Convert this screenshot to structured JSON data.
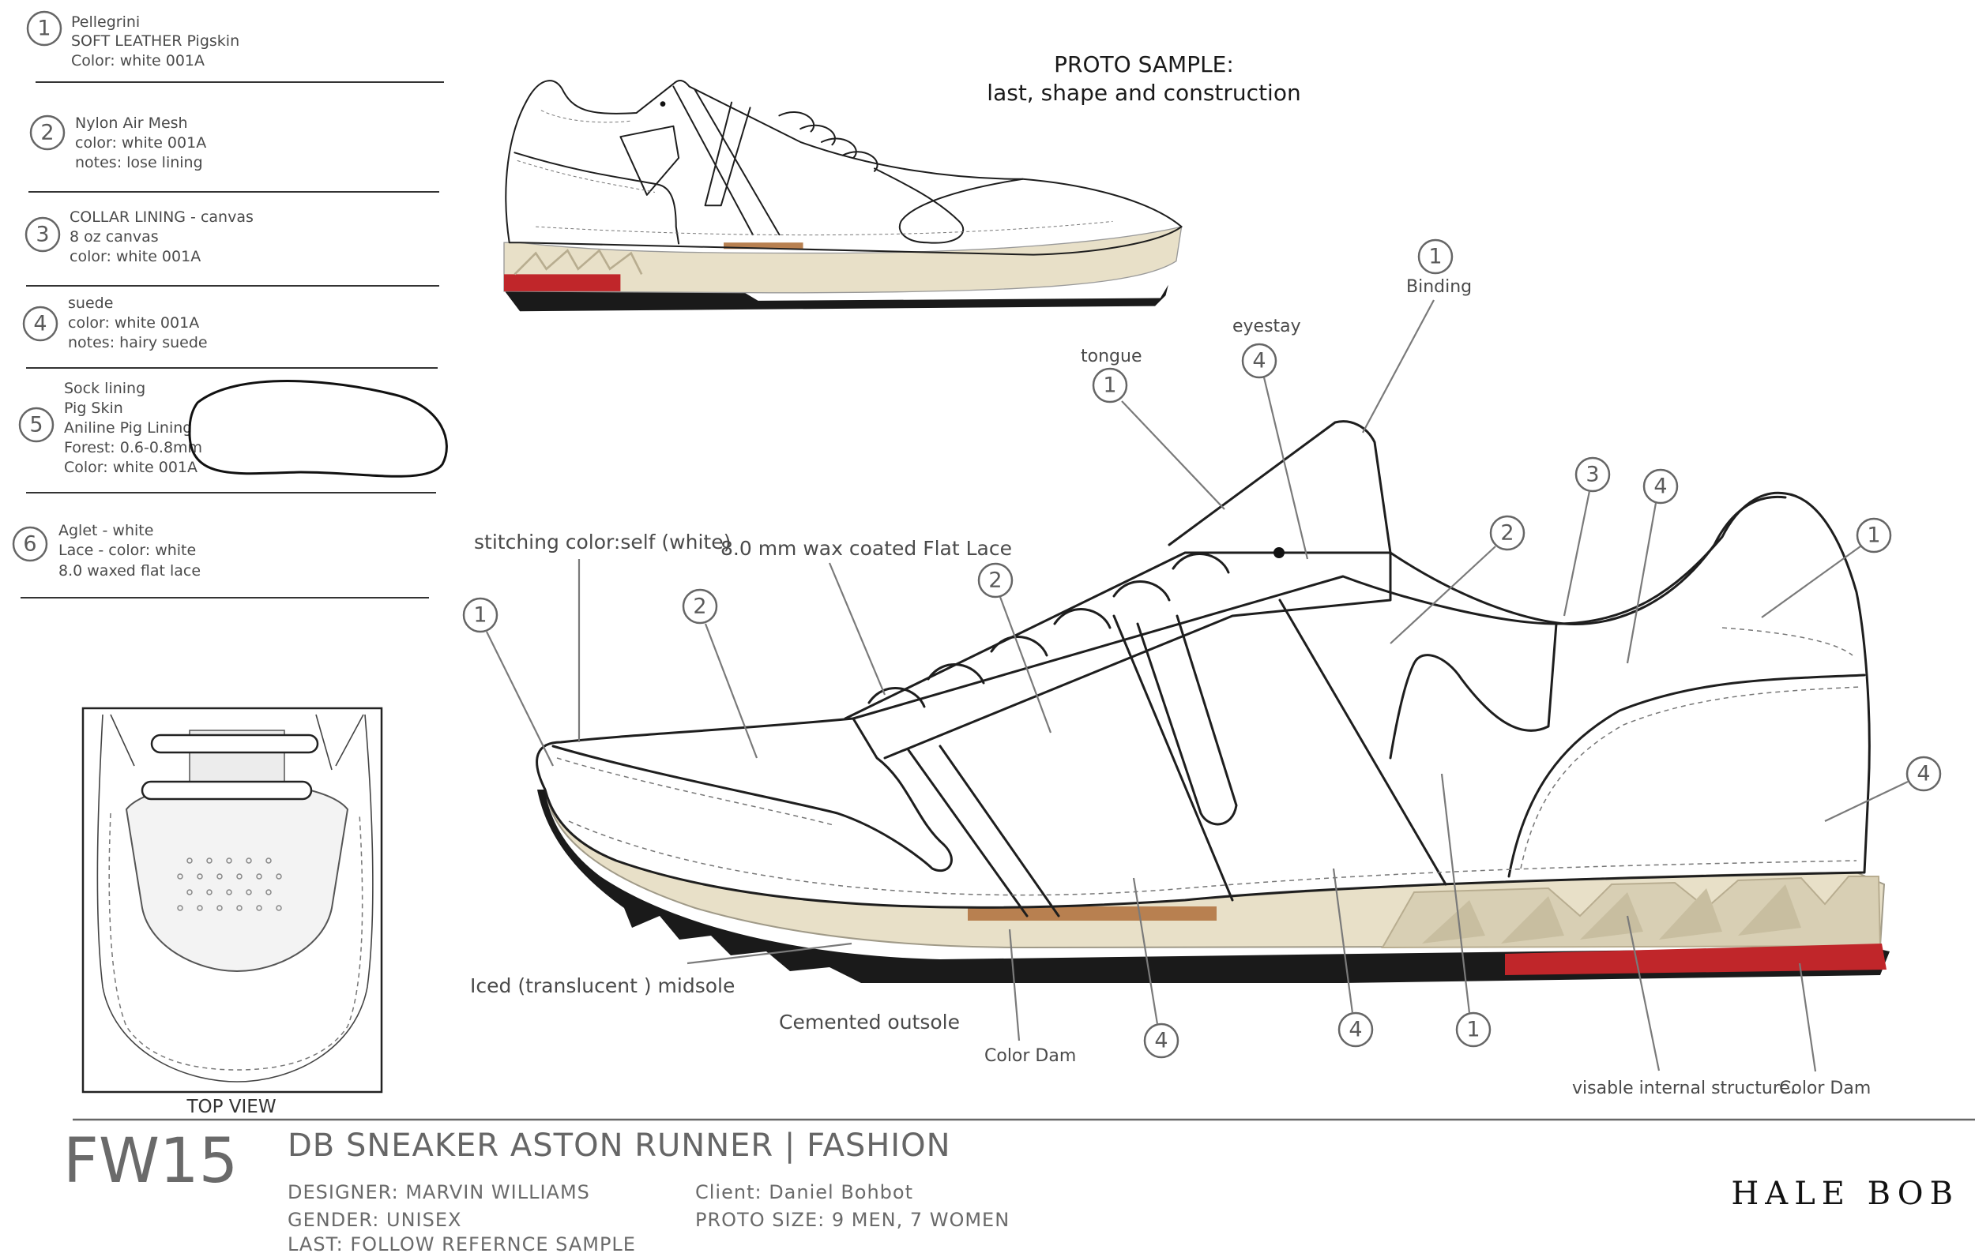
{
  "header": {
    "proto_title": "PROTO SAMPLE:",
    "proto_subtitle": "last, shape and construction"
  },
  "specs": [
    {
      "num": "1",
      "lines": [
        "Pellegrini",
        "SOFT LEATHER Pigskin",
        "Color: white 001A"
      ]
    },
    {
      "num": "2",
      "lines": [
        "Nylon Air Mesh",
        "color: white 001A",
        "notes: lose lining"
      ]
    },
    {
      "num": "3",
      "lines": [
        "COLLAR LINING - canvas",
        "8 oz canvas",
        "color: white 001A"
      ]
    },
    {
      "num": "4",
      "lines": [
        "suede",
        "color: white 001A",
        "notes: hairy suede"
      ]
    },
    {
      "num": "5",
      "lines": [
        "Sock lining",
        "Pig Skin",
        "Aniline Pig Lining",
        "Forest: 0.6-0.8mm",
        "Color: white 001A"
      ]
    },
    {
      "num": "6",
      "lines": [
        "Aglet - white",
        "Lace - color: white",
        "8.0  waxed flat lace"
      ]
    }
  ],
  "callouts": {
    "binding": {
      "num": "1",
      "label": "Binding"
    },
    "tongue": {
      "num": "1",
      "label": "tongue"
    },
    "eyestay": {
      "num": "4",
      "label": "eyestay"
    },
    "stitching": "stitching color:self (white)",
    "flat_lace": "8.0 mm wax coated  Flat Lace",
    "midsole": "Iced (translucent ) midsole",
    "outsole": "Cemented outsole",
    "color_dam_mid": "Color Dam",
    "color_dam_heel": "Color Dam",
    "internal_structure": "visable internal structure.",
    "numbers": {
      "toe": "1",
      "vamp_mesh": "2",
      "lace_mesh": "2",
      "quarter_mesh": "2",
      "collar_lining": "3",
      "collar_suede": "4",
      "heel_leather": "1",
      "heel_suede": "4",
      "bottom_suede_a": "4",
      "bottom_suede_b": "4",
      "bottom_leather": "1"
    }
  },
  "top_view_caption": "TOP VIEW",
  "footer": {
    "season": "FW15",
    "title": "DB SNEAKER ASTON RUNNER | FASHION",
    "designer": "DESIGNER: MARVIN WILLIAMS",
    "gender": "GENDER: UNISEX",
    "last": "LAST: FOLLOW REFERNCE SAMPLE",
    "client": "Client: Daniel Bohbot",
    "proto_size": "PROTO SIZE: 9 MEN, 7 WOMEN",
    "brand": "HALE BOB"
  },
  "colors": {
    "midsole": "#e8e0c8",
    "color_dam_brown": "#b88050",
    "color_dam_red": "#c0262a",
    "outsole": "#1a1a1a"
  }
}
